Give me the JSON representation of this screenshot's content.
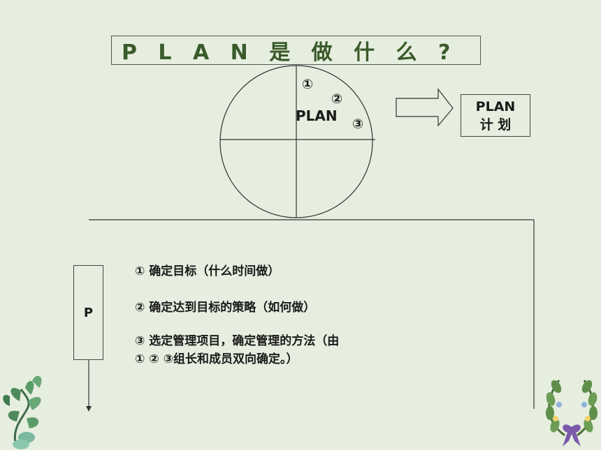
{
  "title": "P L A N 是 做 什 么 ?",
  "circle": {
    "plan_label": "PLAN",
    "marker1": "①",
    "marker2": "②",
    "marker3": "③"
  },
  "plan_box": {
    "line1": "PLAN",
    "line2": "计 划"
  },
  "p_box_label": "P",
  "steps": {
    "s1": "①  确定目标（什么时间做）",
    "s2": "②  确定达到目标的策略（如何做）",
    "s3_line1": "③  选定管理项目，确定管理的方法（由",
    "s3_line2": "① ② ③组长和成员双向确定。）"
  }
}
